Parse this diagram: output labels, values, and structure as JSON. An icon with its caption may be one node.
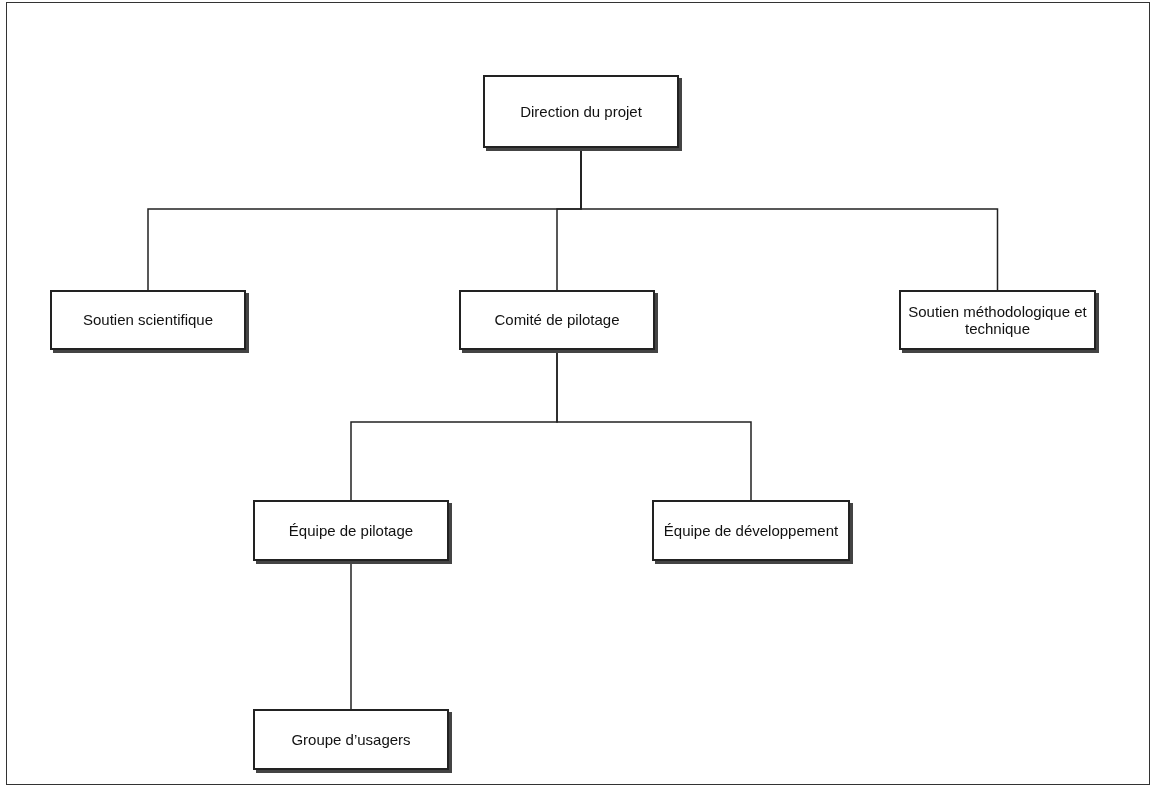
{
  "diagram": {
    "nodes": [
      {
        "text": [
          "Direction du projet"
        ]
      },
      {
        "text": [
          "Soutien scientifique"
        ]
      },
      {
        "text": [
          "Comité de pilotage"
        ]
      },
      {
        "text": [
          "Soutien méthodologique et technique"
        ]
      },
      {
        "text": [
          "Équipe de pilotage"
        ]
      },
      {
        "text": [
          "Équipe de développement"
        ]
      },
      {
        "text": [
          "Groupe d’usagers"
        ]
      }
    ],
    "edges": [
      {
        "from": 0,
        "to": 1,
        "arrow": "none"
      },
      {
        "from": 0,
        "to": 2,
        "arrow": "none"
      },
      {
        "from": 0,
        "to": 3,
        "arrow": "none"
      },
      {
        "from": 2,
        "to": 4,
        "arrow": "none"
      },
      {
        "from": 2,
        "to": 5,
        "arrow": "none"
      },
      {
        "from": 4,
        "to": 6,
        "arrow": "none"
      }
    ]
  }
}
